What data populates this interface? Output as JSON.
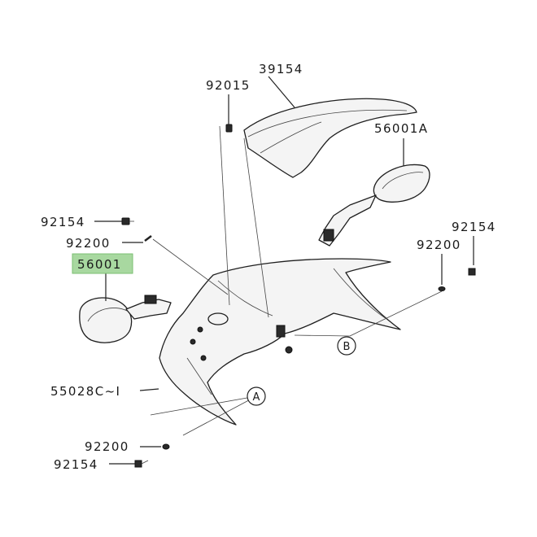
{
  "labels": {
    "windshield": "39154",
    "windshield_screw": "92015",
    "mirror_right": "56001A",
    "mirror_left": "56001",
    "bolt_left": "92154",
    "washer_left": "92200",
    "bolt_right": "92154",
    "washer_right": "92200",
    "upper_cowl": "55028C~I",
    "washer_bottom": "92200",
    "bolt_bottom": "92154"
  },
  "callouts": {
    "a": "A",
    "b": "B"
  },
  "colors": {
    "highlight": "#a8d8a0",
    "line": "#1f1f1f"
  }
}
